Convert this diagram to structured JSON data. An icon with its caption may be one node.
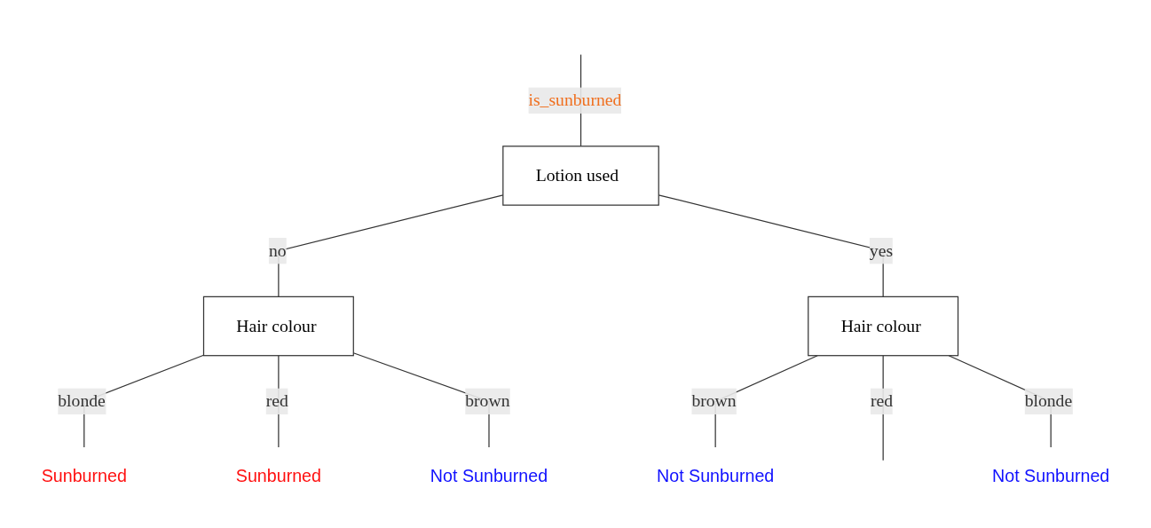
{
  "diagram": {
    "nodes": [
      {
        "text": [
          "Lotion used"
        ]
      },
      {
        "text": [
          "Hair colour"
        ]
      },
      {
        "text": [
          "Sunburned"
        ]
      },
      {
        "text": [
          "Sunburned"
        ]
      },
      {
        "text": [
          "Not Sunburned"
        ]
      },
      {
        "text": [
          "Hair colour"
        ]
      },
      {
        "text": [
          "Not Sunburned"
        ]
      },
      {
        "text": [
          "Not Sunburned"
        ]
      }
    ],
    "edges": [
      {
        "from": null,
        "to": 0,
        "arrow": "none",
        "label": "is_sunburned"
      },
      {
        "from": 0,
        "to": 1,
        "arrow": "none",
        "label": "no"
      },
      {
        "from": 0,
        "to": 5,
        "arrow": "none",
        "label": "yes"
      },
      {
        "from": 1,
        "to": 2,
        "arrow": "none",
        "label": "blonde"
      },
      {
        "from": 1,
        "to": 3,
        "arrow": "none",
        "label": "red"
      },
      {
        "from": 1,
        "to": 4,
        "arrow": "none",
        "label": "brown"
      },
      {
        "from": 5,
        "to": 6,
        "arrow": "none",
        "label": "brown"
      },
      {
        "from": 5,
        "to": null,
        "arrow": "none",
        "label": "red"
      },
      {
        "from": 5,
        "to": 7,
        "arrow": "none",
        "label": "blonde"
      }
    ]
  }
}
